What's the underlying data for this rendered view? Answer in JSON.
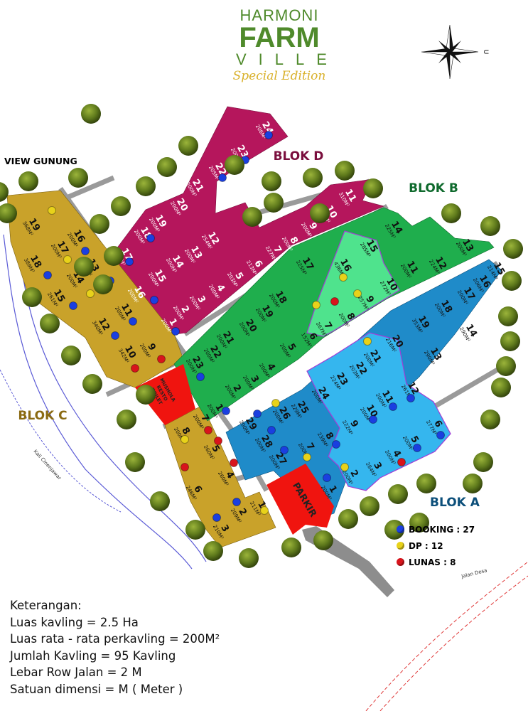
{
  "logo": {
    "line1": "HARMONI",
    "line2": "FARM",
    "line3": "VILLE",
    "line4": "Special Edition"
  },
  "compass": {
    "north_label": "U"
  },
  "labels": {
    "view": "VIEW GUNUNG",
    "river": "Kali  Cinenjawar",
    "road": "Jalan  Desa",
    "parkir": "PARKIR",
    "facility": [
      "MUSHOLA",
      "RESTO",
      "TOILET"
    ]
  },
  "blocks": [
    {
      "id": "A",
      "label": "BLOK A",
      "color": "#1f8bc9",
      "light": "#35b6ee"
    },
    {
      "id": "B",
      "label": "BLOK B",
      "color": "#1fae4d",
      "light": "#4fe38d"
    },
    {
      "id": "C",
      "label": "BLOK C",
      "color": "#c9a22a"
    },
    {
      "id": "D",
      "label": "BLOK D",
      "color": "#b5165c"
    }
  ],
  "status_colors": {
    "booking": "#1a3fe0",
    "dp": "#e8d21a",
    "lunas": "#d8141c"
  },
  "legend": [
    {
      "status": "booking",
      "label": "BOOKING : 27"
    },
    {
      "status": "dp",
      "label": "DP : 12"
    },
    {
      "status": "lunas",
      "label": "LUNAS : 8"
    }
  ],
  "lots": [
    {
      "block": "D",
      "no": "24",
      "area": "206M²",
      "status": "booking"
    },
    {
      "block": "D",
      "no": "23",
      "area": "200M²",
      "status": "booking"
    },
    {
      "block": "D",
      "no": "22",
      "area": "205M²",
      "status": "booking"
    },
    {
      "block": "D",
      "no": "21",
      "area": "200M²",
      "status": ""
    },
    {
      "block": "D",
      "no": "20",
      "area": "200M²",
      "status": ""
    },
    {
      "block": "D",
      "no": "19",
      "area": "200M²",
      "status": ""
    },
    {
      "block": "D",
      "no": "18",
      "area": "200M²",
      "status": "booking"
    },
    {
      "block": "D",
      "no": "17",
      "area": "203M²",
      "status": "booking"
    },
    {
      "block": "D",
      "no": "16",
      "area": "200M²",
      "status": "booking"
    },
    {
      "block": "D",
      "no": "15",
      "area": "200M²",
      "status": ""
    },
    {
      "block": "D",
      "no": "14",
      "area": "200M²",
      "status": ""
    },
    {
      "block": "D",
      "no": "13",
      "area": "200M²",
      "status": ""
    },
    {
      "block": "D",
      "no": "12",
      "area": "254M²",
      "status": ""
    },
    {
      "block": "D",
      "no": "11",
      "area": "310M²",
      "status": ""
    },
    {
      "block": "D",
      "no": "10",
      "area": "200M²",
      "status": ""
    },
    {
      "block": "D",
      "no": "9",
      "area": "200M²",
      "status": ""
    },
    {
      "block": "D",
      "no": "8",
      "area": "200M²",
      "status": ""
    },
    {
      "block": "D",
      "no": "7",
      "area": "227M²",
      "status": ""
    },
    {
      "block": "D",
      "no": "6",
      "area": "213M²",
      "status": ""
    },
    {
      "block": "D",
      "no": "5",
      "area": "203M²",
      "status": ""
    },
    {
      "block": "D",
      "no": "4",
      "area": "200M²",
      "status": ""
    },
    {
      "block": "D",
      "no": "3",
      "area": "200M²",
      "status": ""
    },
    {
      "block": "D",
      "no": "2",
      "area": "200M²",
      "status": ""
    },
    {
      "block": "D",
      "no": "1",
      "area": "200M²",
      "status": "booking"
    },
    {
      "block": "C",
      "no": "19",
      "area": "368M²",
      "status": "dp"
    },
    {
      "block": "C",
      "no": "18",
      "area": "389M²",
      "status": "booking"
    },
    {
      "block": "C",
      "no": "17",
      "area": "200M²",
      "status": "dp"
    },
    {
      "block": "C",
      "no": "16",
      "area": "200M²",
      "status": "booking"
    },
    {
      "block": "C",
      "no": "15",
      "area": "261M²",
      "status": "booking"
    },
    {
      "block": "C",
      "no": "14",
      "area": "200M²",
      "status": "dp"
    },
    {
      "block": "C",
      "no": "13",
      "area": "200M²",
      "status": "booking"
    },
    {
      "block": "C",
      "no": "12",
      "area": "340M²",
      "status": "booking"
    },
    {
      "block": "C",
      "no": "11",
      "area": "200M²",
      "status": "booking"
    },
    {
      "block": "C",
      "no": "10",
      "area": "342M²",
      "status": "lunas"
    },
    {
      "block": "C",
      "no": "9",
      "area": "200M²",
      "status": "lunas"
    },
    {
      "block": "C",
      "no": "8",
      "area": "200M²",
      "status": "dp"
    },
    {
      "block": "C",
      "no": "7",
      "area": "200M²",
      "status": "lunas"
    },
    {
      "block": "C",
      "no": "6",
      "area": "246M²",
      "status": "lunas"
    },
    {
      "block": "C",
      "no": "5",
      "area": "260M²",
      "status": "lunas"
    },
    {
      "block": "C",
      "no": "4",
      "area": "260M²",
      "status": "lunas"
    },
    {
      "block": "C",
      "no": "3",
      "area": "210M²",
      "status": "booking"
    },
    {
      "block": "C",
      "no": "2",
      "area": "209M²",
      "status": "booking"
    },
    {
      "block": "C",
      "no": "1",
      "area": "211M²",
      "status": "dp"
    },
    {
      "block": "B",
      "no": "23",
      "area": "200M²",
      "status": "booking"
    },
    {
      "block": "B",
      "no": "22",
      "area": "200M²",
      "status": ""
    },
    {
      "block": "B",
      "no": "21",
      "area": "200M²",
      "status": ""
    },
    {
      "block": "B",
      "no": "20",
      "area": "200M²",
      "status": ""
    },
    {
      "block": "B",
      "no": "19",
      "area": "200M²",
      "status": ""
    },
    {
      "block": "B",
      "no": "18",
      "area": "200M²",
      "status": ""
    },
    {
      "block": "B",
      "no": "17",
      "area": "225M²",
      "status": ""
    },
    {
      "block": "B",
      "no": "16",
      "area": "436M²",
      "status": "dp"
    },
    {
      "block": "B",
      "no": "15",
      "area": "285M²",
      "status": ""
    },
    {
      "block": "B",
      "no": "14",
      "area": "225M²",
      "status": ""
    },
    {
      "block": "B",
      "no": "13",
      "area": "200M²",
      "status": ""
    },
    {
      "block": "B",
      "no": "12",
      "area": "224M²",
      "status": ""
    },
    {
      "block": "B",
      "no": "11",
      "area": "200M²",
      "status": ""
    },
    {
      "block": "B",
      "no": "10",
      "area": "272M²",
      "status": ""
    },
    {
      "block": "B",
      "no": "9",
      "area": "257M²",
      "status": "dp"
    },
    {
      "block": "B",
      "no": "8",
      "area": "200M²",
      "status": "lunas"
    },
    {
      "block": "B",
      "no": "7",
      "area": "267M²",
      "status": "dp"
    },
    {
      "block": "B",
      "no": "6",
      "area": "152M²",
      "status": ""
    },
    {
      "block": "B",
      "no": "5",
      "area": "200M²",
      "status": ""
    },
    {
      "block": "B",
      "no": "4",
      "area": "200M²",
      "status": ""
    },
    {
      "block": "B",
      "no": "3",
      "area": "200M²",
      "status": ""
    },
    {
      "block": "B",
      "no": "2",
      "area": "200M²",
      "status": ""
    },
    {
      "block": "B",
      "no": "1",
      "area": "200M²",
      "status": "booking"
    },
    {
      "block": "A",
      "no": "29",
      "area": "200M²",
      "status": "booking"
    },
    {
      "block": "A",
      "no": "28",
      "area": "200M²",
      "status": "booking"
    },
    {
      "block": "A",
      "no": "27",
      "area": "200M²",
      "status": "booking"
    },
    {
      "block": "A",
      "no": "26",
      "area": "200M²",
      "status": "dp"
    },
    {
      "block": "A",
      "no": "25",
      "area": "229M²",
      "status": ""
    },
    {
      "block": "A",
      "no": "24",
      "area": "200M²",
      "status": ""
    },
    {
      "block": "A",
      "no": "23",
      "area": "224M²",
      "status": ""
    },
    {
      "block": "A",
      "no": "22",
      "area": "203M²",
      "status": ""
    },
    {
      "block": "A",
      "no": "21",
      "area": "200M²",
      "status": "dp"
    },
    {
      "block": "A",
      "no": "20",
      "area": "216M²",
      "status": ""
    },
    {
      "block": "A",
      "no": "19",
      "area": "353M²",
      "status": ""
    },
    {
      "block": "A",
      "no": "18",
      "area": "200M²",
      "status": ""
    },
    {
      "block": "A",
      "no": "17",
      "area": "200M²",
      "status": ""
    },
    {
      "block": "A",
      "no": "16",
      "area": "206M²",
      "status": ""
    },
    {
      "block": "A",
      "no": "15",
      "area": "214M²",
      "status": ""
    },
    {
      "block": "A",
      "no": "14",
      "area": "290M²",
      "status": ""
    },
    {
      "block": "A",
      "no": "13",
      "area": "290M²",
      "status": ""
    },
    {
      "block": "A",
      "no": "12",
      "area": "261M²",
      "status": "booking"
    },
    {
      "block": "A",
      "no": "11",
      "area": "200M²",
      "status": "booking"
    },
    {
      "block": "A",
      "no": "10",
      "area": "200M²",
      "status": "booking"
    },
    {
      "block": "A",
      "no": "9",
      "area": "222M²",
      "status": ""
    },
    {
      "block": "A",
      "no": "8",
      "area": "239M²",
      "status": "booking"
    },
    {
      "block": "A",
      "no": "7",
      "area": "200M²",
      "status": "dp"
    },
    {
      "block": "A",
      "no": "6",
      "area": "277M²",
      "status": "booking"
    },
    {
      "block": "A",
      "no": "5",
      "area": "200M²",
      "status": "booking"
    },
    {
      "block": "A",
      "no": "4",
      "area": "200M²",
      "status": "lunas"
    },
    {
      "block": "A",
      "no": "3",
      "area": "284M²",
      "status": ""
    },
    {
      "block": "A",
      "no": "2",
      "area": "200M²",
      "status": "dp"
    },
    {
      "block": "A",
      "no": "1",
      "area": "200M²",
      "status": "booking"
    }
  ],
  "notes": {
    "title": "Keterangan:",
    "lines": [
      "Luas kavling = 2.5 Ha",
      "Luas rata - rata perkavling = 200M²",
      "Jumlah Kavling = 95 Kavling",
      "Lebar Row Jalan  = 2 M",
      "Satuan dimensi = M ( Meter )"
    ]
  }
}
